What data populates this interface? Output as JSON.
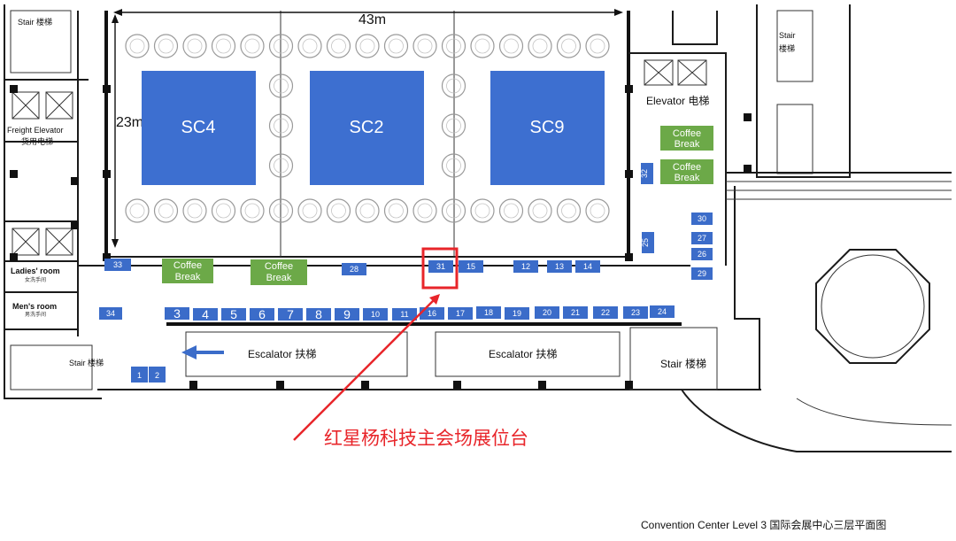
{
  "dimensions": {
    "width": "43m",
    "height": "23m"
  },
  "halls": [
    {
      "id": "sc4",
      "label": "SC4"
    },
    {
      "id": "sc2",
      "label": "SC2"
    },
    {
      "id": "sc9",
      "label": "SC9"
    }
  ],
  "coffee_label_line1": "Coffee",
  "coffee_label_line2": "Break",
  "booths": [
    "1",
    "2",
    "3",
    "4",
    "5",
    "6",
    "7",
    "8",
    "9",
    "10",
    "11",
    "12",
    "13",
    "14",
    "15",
    "16",
    "17",
    "18",
    "19",
    "20",
    "21",
    "22",
    "23",
    "24",
    "25",
    "26",
    "27",
    "28",
    "29",
    "30",
    "31",
    "32",
    "33",
    "34"
  ],
  "highlighted_booth": "31",
  "labels": {
    "stair_top_left": "Stair 楼梯",
    "stair_top_right_1": "Stair",
    "stair_top_right_2": "楼梯",
    "freight_elevator_1": "Freight Elevator",
    "freight_elevator_2": "货用电梯",
    "elevator": "Elevator 电梯",
    "ladies_room": "Ladies' room",
    "ladies_room_cn": "女洗手间",
    "mens_room": "Men's room",
    "mens_room_cn": "男洗手间",
    "stair_bottom_left": "Stair 楼梯",
    "escalator_1": "Escalator 扶梯",
    "escalator_2": "Escalator 扶梯",
    "stair_bottom_right": "Stair 楼梯"
  },
  "callout": {
    "text": "红星杨科技主会场展位台"
  },
  "footer": {
    "text": "Convention Center Level 3   国际会展中心三层平面图"
  },
  "colors": {
    "hall_blue": "#3d6fd0",
    "booth_blue": "#3b6cc9",
    "coffee_green": "#6ca948",
    "highlight_red": "#e8252a",
    "arrow_blue": "#3b6cc9"
  }
}
